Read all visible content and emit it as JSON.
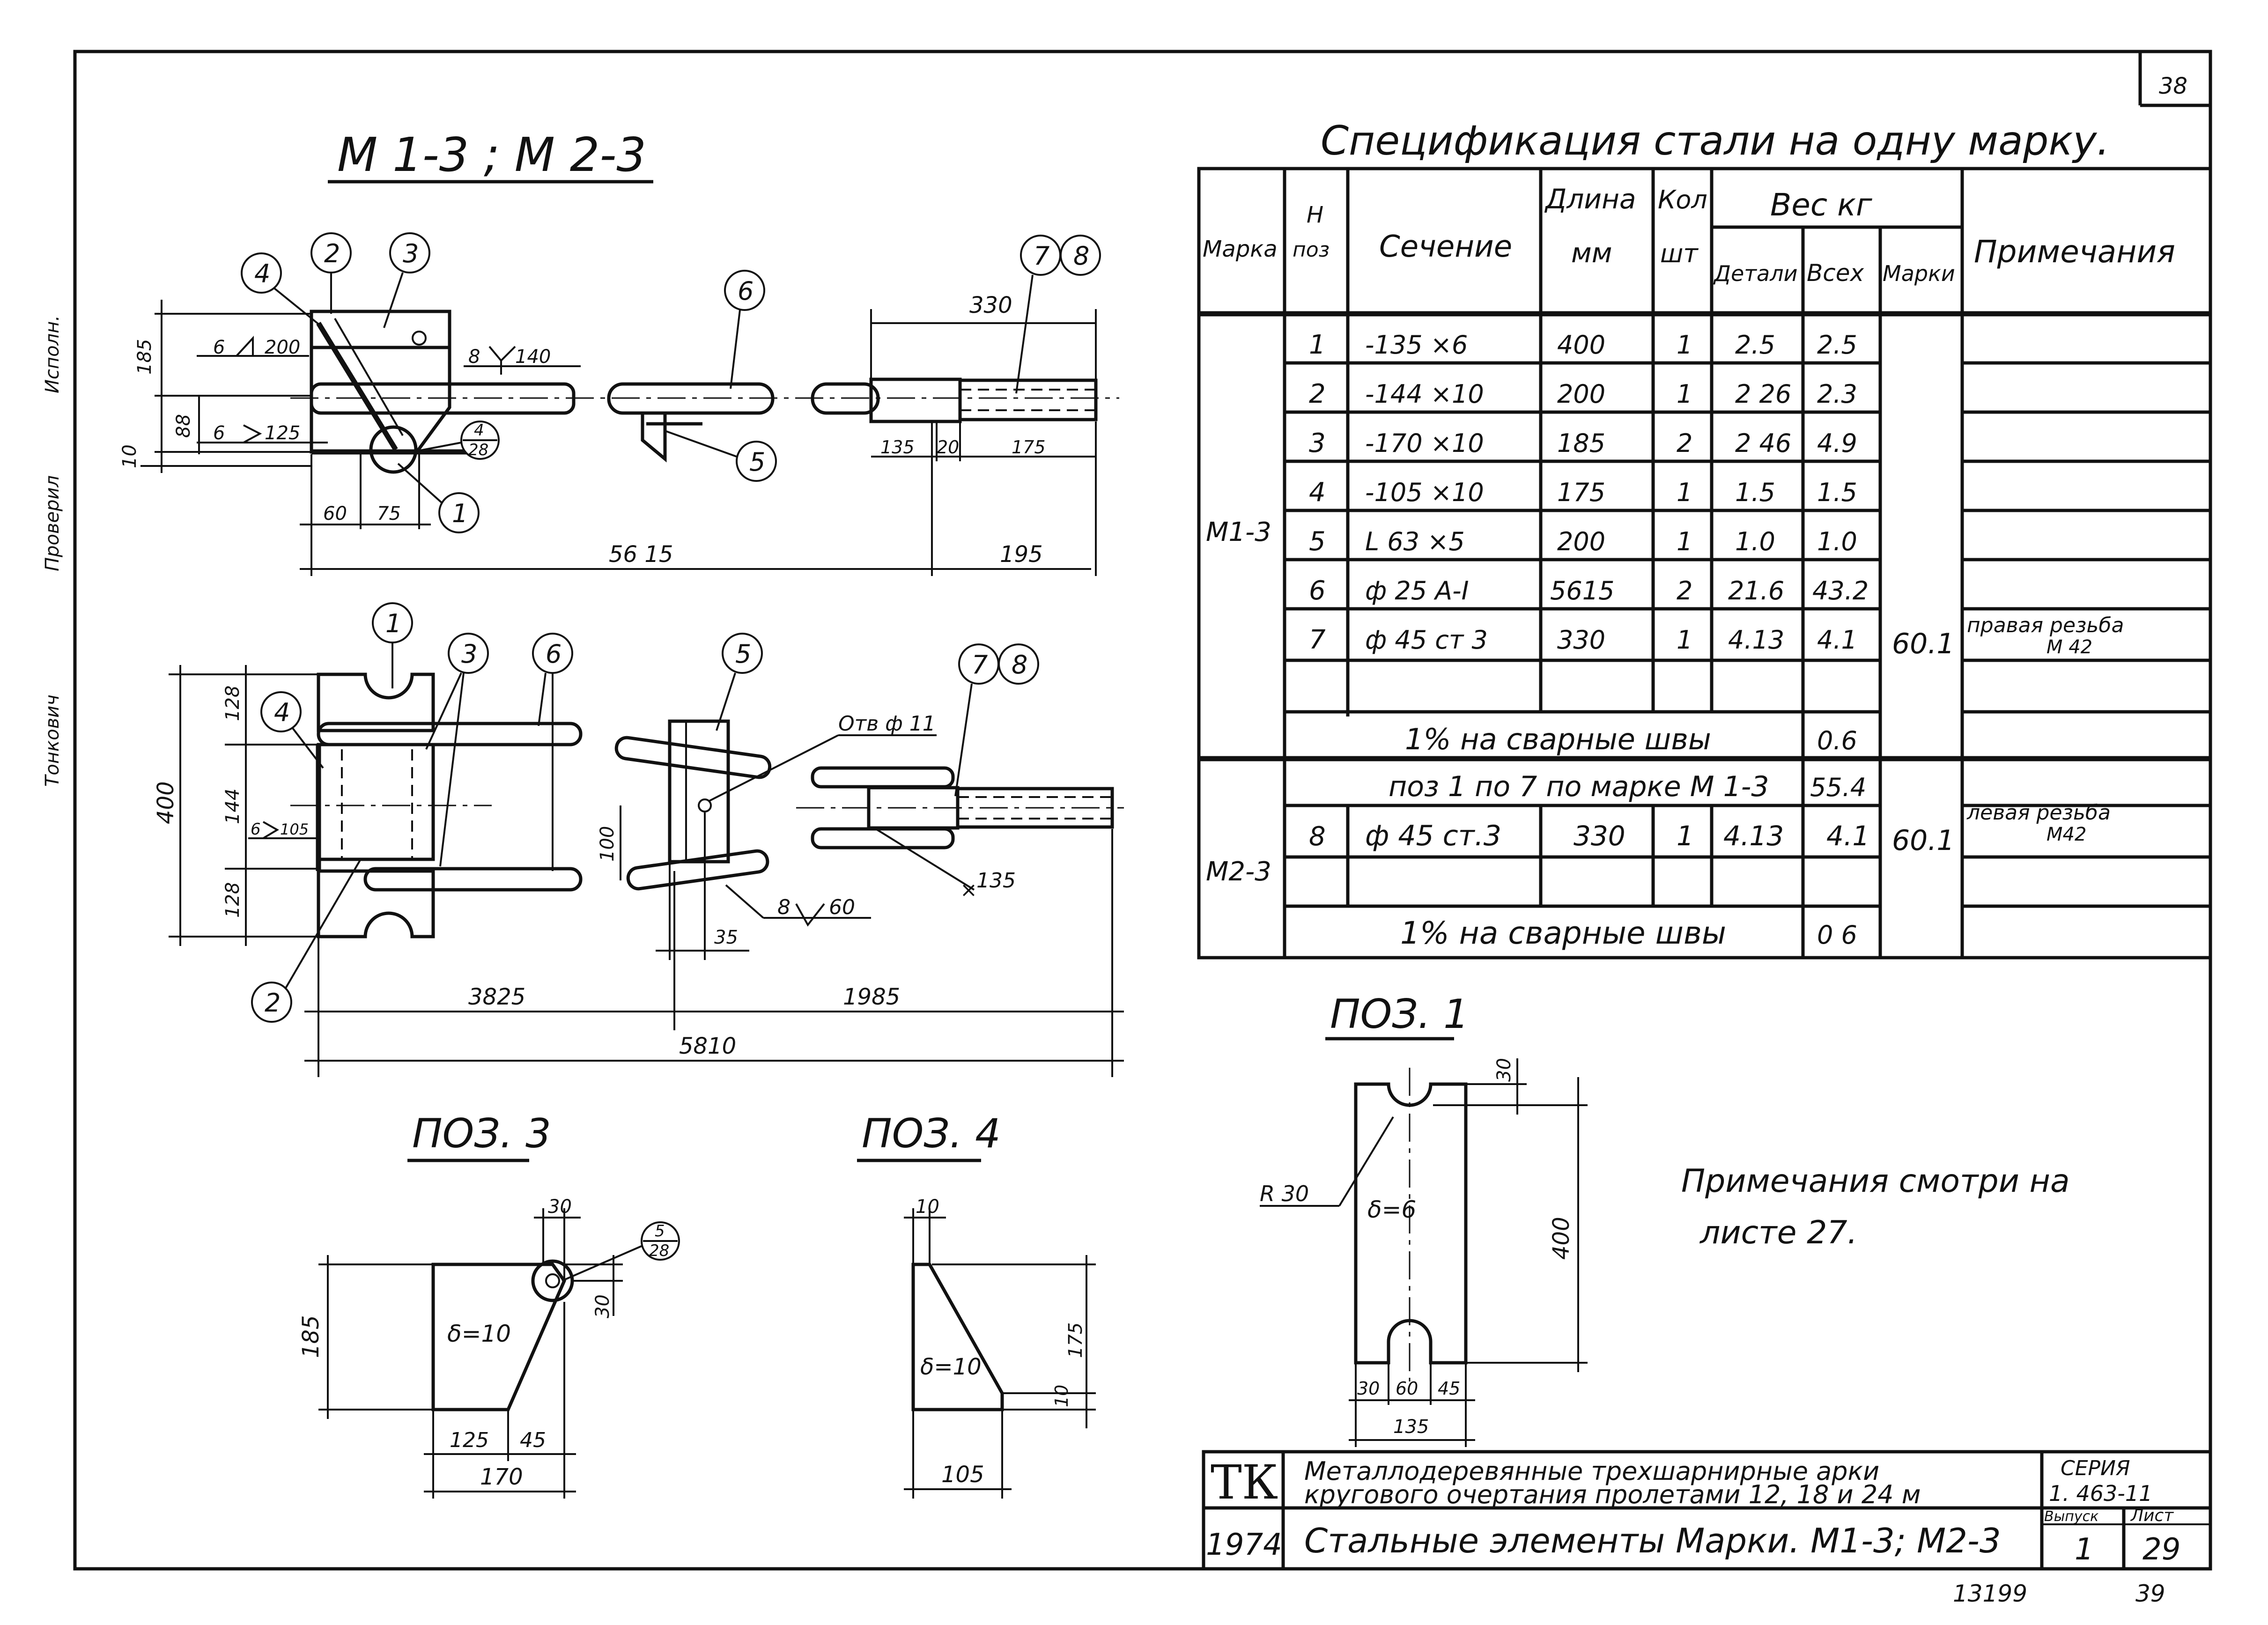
{
  "sheet_number_corner": "38",
  "margin_notes": [
    "Тонкович",
    "Проверил",
    "Исполн."
  ],
  "view_title": "М 1-3 ; М 2-3",
  "elevation": {
    "balloons": [
      "4",
      "2",
      "3",
      "6",
      "7",
      "8",
      "1",
      "5"
    ],
    "detail_ref": {
      "num": "4",
      "den": "28"
    },
    "weld_1": "6",
    "weld_1_len": "200",
    "weld_2": "6",
    "weld_2_len": "125",
    "weld_3": "8",
    "weld_3_len": "140",
    "dims": {
      "d185": "185",
      "d88": "88",
      "d10": "10",
      "d60": "60",
      "d75": "75",
      "d5615": "56 15",
      "d195": "195",
      "d330": "330",
      "d135": "135",
      "d20": "20",
      "d175": "175"
    }
  },
  "plan": {
    "balloons": [
      "1",
      "3",
      "6",
      "5",
      "7",
      "8",
      "4",
      "2"
    ],
    "hole_label": "Отв ф 11",
    "weld_a": "6",
    "weld_a_len": "105",
    "weld_b": "8",
    "weld_b_len": "60",
    "dims": {
      "d128a": "128",
      "d144": "144",
      "d128b": "128",
      "d400": "400",
      "d100": "100",
      "d35": "35",
      "d135": "135",
      "d3825": "3825",
      "d1985": "1985",
      "d5810": "5810"
    }
  },
  "spec": {
    "title": "Спецификация стали на одну марку.",
    "headers": {
      "mark": "Марка",
      "pos": [
        "Н",
        "поз"
      ],
      "section": "Сечение",
      "length": [
        "Длина",
        "мм"
      ],
      "qty": [
        "Кол",
        "шт"
      ],
      "weight": "Вес кг",
      "detail": "Детали",
      "all": "Всех",
      "marks": "Марки",
      "note": "Примечания"
    },
    "group1": {
      "mark": "М1-3",
      "rows": [
        {
          "pos": "1",
          "section": "-135 ×6",
          "length": "400",
          "qty": "1",
          "detail": "2.5",
          "all": "2.5"
        },
        {
          "pos": "2",
          "section": "-144 ×10",
          "length": "200",
          "qty": "1",
          "detail": "2 26",
          "all": "2.3"
        },
        {
          "pos": "3",
          "section": "-170 ×10",
          "length": "185",
          "qty": "2",
          "detail": "2 46",
          "all": "4.9"
        },
        {
          "pos": "4",
          "section": "-105 ×10",
          "length": "175",
          "qty": "1",
          "detail": "1.5",
          "all": "1.5"
        },
        {
          "pos": "5",
          "section": "L 63 ×5",
          "length": "200",
          "qty": "1",
          "detail": "1.0",
          "all": "1.0"
        },
        {
          "pos": "6",
          "section": "ф 25 А-I",
          "length": "5615",
          "qty": "2",
          "detail": "21.6",
          "all": "43.2"
        },
        {
          "pos": "7",
          "section": "ф 45 ст 3",
          "length": "330",
          "qty": "1",
          "detail": "4.13",
          "all": "4.1"
        }
      ],
      "total": "60.1",
      "note": [
        "правая резьба",
        "М 42"
      ],
      "weld_label": "1% на сварные швы",
      "weld_value": "0.6"
    },
    "group2": {
      "mark": "М2-3",
      "carry_label": "поз 1 по 7 по марке М 1-3",
      "carry_value": "55.4",
      "rows": [
        {
          "pos": "8",
          "section": "ф 45 ст.3",
          "length": "330",
          "qty": "1",
          "detail": "4.13",
          "all": "4.1"
        }
      ],
      "total": "60.1",
      "note": [
        "левая резьба",
        "М42"
      ],
      "weld_label": "1% на сварные швы",
      "weld_value": "0 6"
    }
  },
  "pos1": {
    "title": "ПОЗ. 1",
    "radius": "R 30",
    "thickness": "δ=6",
    "dims": {
      "d30": "30",
      "d400": "400",
      "d30b": "30",
      "d60": "60",
      "d45": "45",
      "d135": "135"
    }
  },
  "pos3": {
    "title": "ПОЗ. 3",
    "thickness": "δ=10",
    "ref": {
      "num": "5",
      "den": "28"
    },
    "dims": {
      "d30": "30",
      "d30r": "30",
      "d185": "185",
      "d125": "125",
      "d45": "45",
      "d170": "170"
    }
  },
  "pos4": {
    "title": "ПОЗ. 4",
    "thickness": "δ=10",
    "dims": {
      "d10": "10",
      "d175": "175",
      "d10b": "10",
      "d105": "105"
    }
  },
  "notes": [
    "Примечания смотри на",
    "листе 27."
  ],
  "title_block": {
    "org": "ТК",
    "year": "1974",
    "title_1": "Металлодеревянные трехшарнирные арки",
    "title_2": "кругового очертания пролетами 12, 18 и 24 м",
    "subtitle": "Стальные элементы Марки. М1-3; М2-3",
    "series_label": "СЕРИЯ",
    "series_value": "1. 463-11",
    "issue_label": "Выпуск",
    "issue_value": "1",
    "sheet_label": "Лист",
    "sheet_value": "29"
  },
  "footer": {
    "inv": "13199",
    "page": "39"
  }
}
